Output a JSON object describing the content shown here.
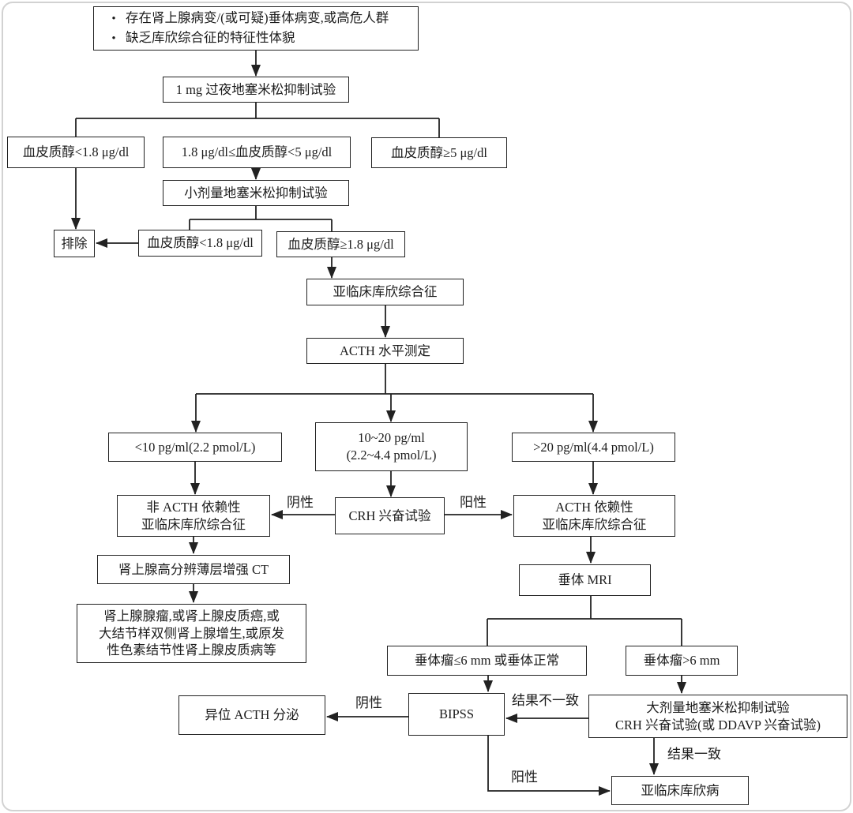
{
  "diagram": {
    "bullet_glyph": "•",
    "nodes": {
      "intro_bullet_1": "存在肾上腺病变/(或可疑)垂体病变,或高危人群",
      "intro_bullet_2": "缺乏库欣综合征的特征性体貌",
      "overnight_dst": "1 mg 过夜地塞米松抑制试验",
      "cortisol_lt_1_8": "血皮质醇<1.8 μg/dl",
      "cortisol_1_8_to_5": "1.8 μg/dl≤血皮质醇<5 μg/dl",
      "cortisol_ge_5": "血皮质醇≥5 μg/dl",
      "low_dose_dst": "小剂量地塞米松抑制试验",
      "exclude": "排除",
      "cortisol2_lt_1_8": "血皮质醇<1.8 μg/dl",
      "cortisol2_ge_1_8": "血皮质醇≥1.8 μg/dl",
      "subclinical_cs": "亚临床库欣综合征",
      "acth_measure": "ACTH 水平测定",
      "acth_lt_10": "<10 pg/ml(2.2 pmol/L)",
      "acth_10_20": "10~20 pg/ml\n(2.2~4.4 pmol/L)",
      "acth_gt_20": ">20 pg/ml(4.4 pmol/L)",
      "non_acth_dependent": "非 ACTH 依赖性\n亚临床库欣综合征",
      "crh_test": "CRH 兴奋试验",
      "acth_dependent": "ACTH 依赖性\n亚临床库欣综合征",
      "adrenal_ct": "肾上腺高分辨薄层增强 CT",
      "adrenal_outcome": "肾上腺腺瘤,或肾上腺皮质癌,或\n大结节样双侧肾上腺增生,或原发\n性色素结节性肾上腺皮质病等",
      "pituitary_mri": "垂体 MRI",
      "pituitary_le_6mm": "垂体瘤≤6 mm 或垂体正常",
      "pituitary_gt_6mm": "垂体瘤>6 mm",
      "ectopic_acth": "异位 ACTH 分泌",
      "bipss": "BIPSS",
      "high_dose_dst": "大剂量地塞米松抑制试验\nCRH 兴奋试验(或 DDAVP 兴奋试验)",
      "subclinical_cd": "亚临床库欣病"
    },
    "edge_labels": {
      "crh_negative": "阴性",
      "crh_positive": "阳性",
      "bipss_negative": "阴性",
      "results_inconsistent": "结果不一致",
      "results_consistent": "结果一致",
      "bipss_positive": "阳性"
    },
    "colors": {
      "line": "#222222",
      "box_border": "#222222",
      "background": "#ffffff",
      "frame": "#d2d2d2"
    }
  }
}
